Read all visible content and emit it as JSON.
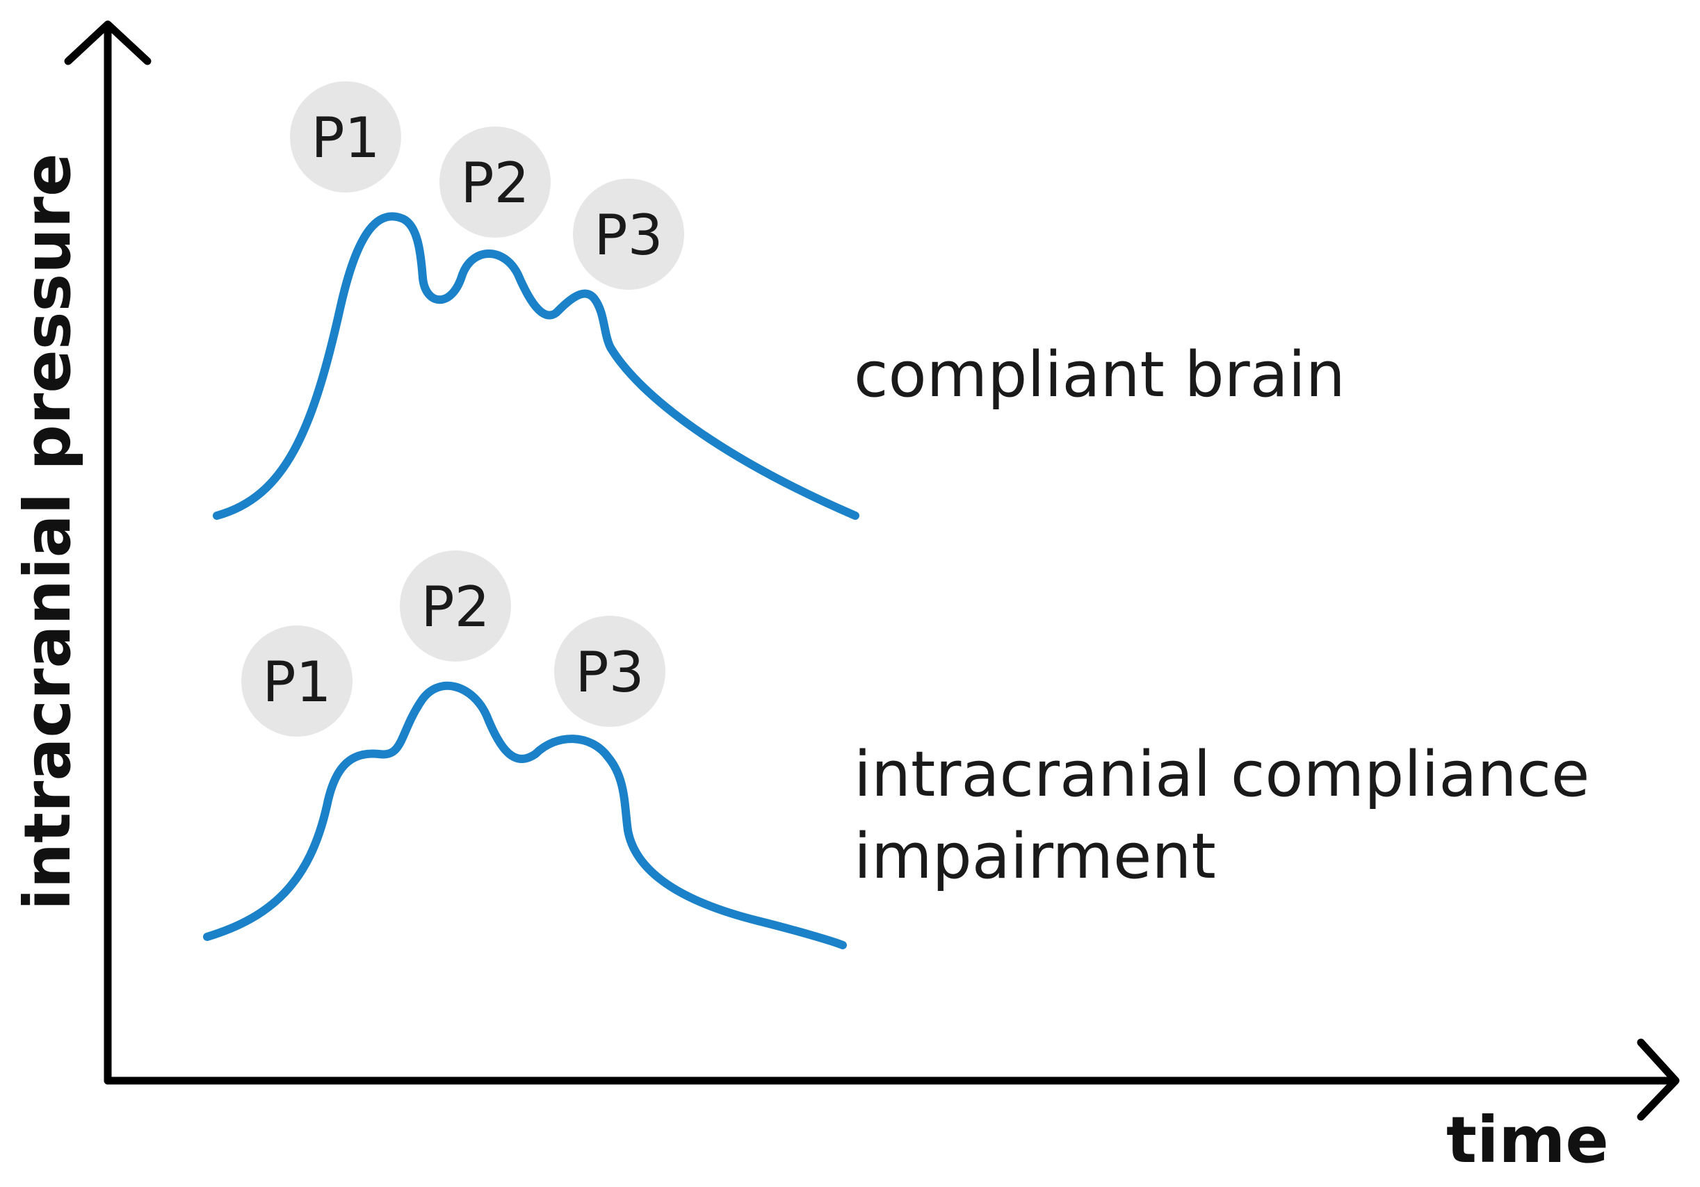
{
  "colors": {
    "waveform": "#1b82c9",
    "badge_fill": "#e6e6e6",
    "axis": "#000000"
  },
  "axes": {
    "y_title": "intracranial pressure",
    "x_title": "time"
  },
  "waveforms": [
    {
      "label_lines": [
        "compliant brain"
      ],
      "peaks": [
        "P1",
        "P2",
        "P3"
      ]
    },
    {
      "label_lines": [
        "intracranial compliance",
        "impairment"
      ],
      "peaks": [
        "P1",
        "P2",
        "P3"
      ]
    }
  ]
}
